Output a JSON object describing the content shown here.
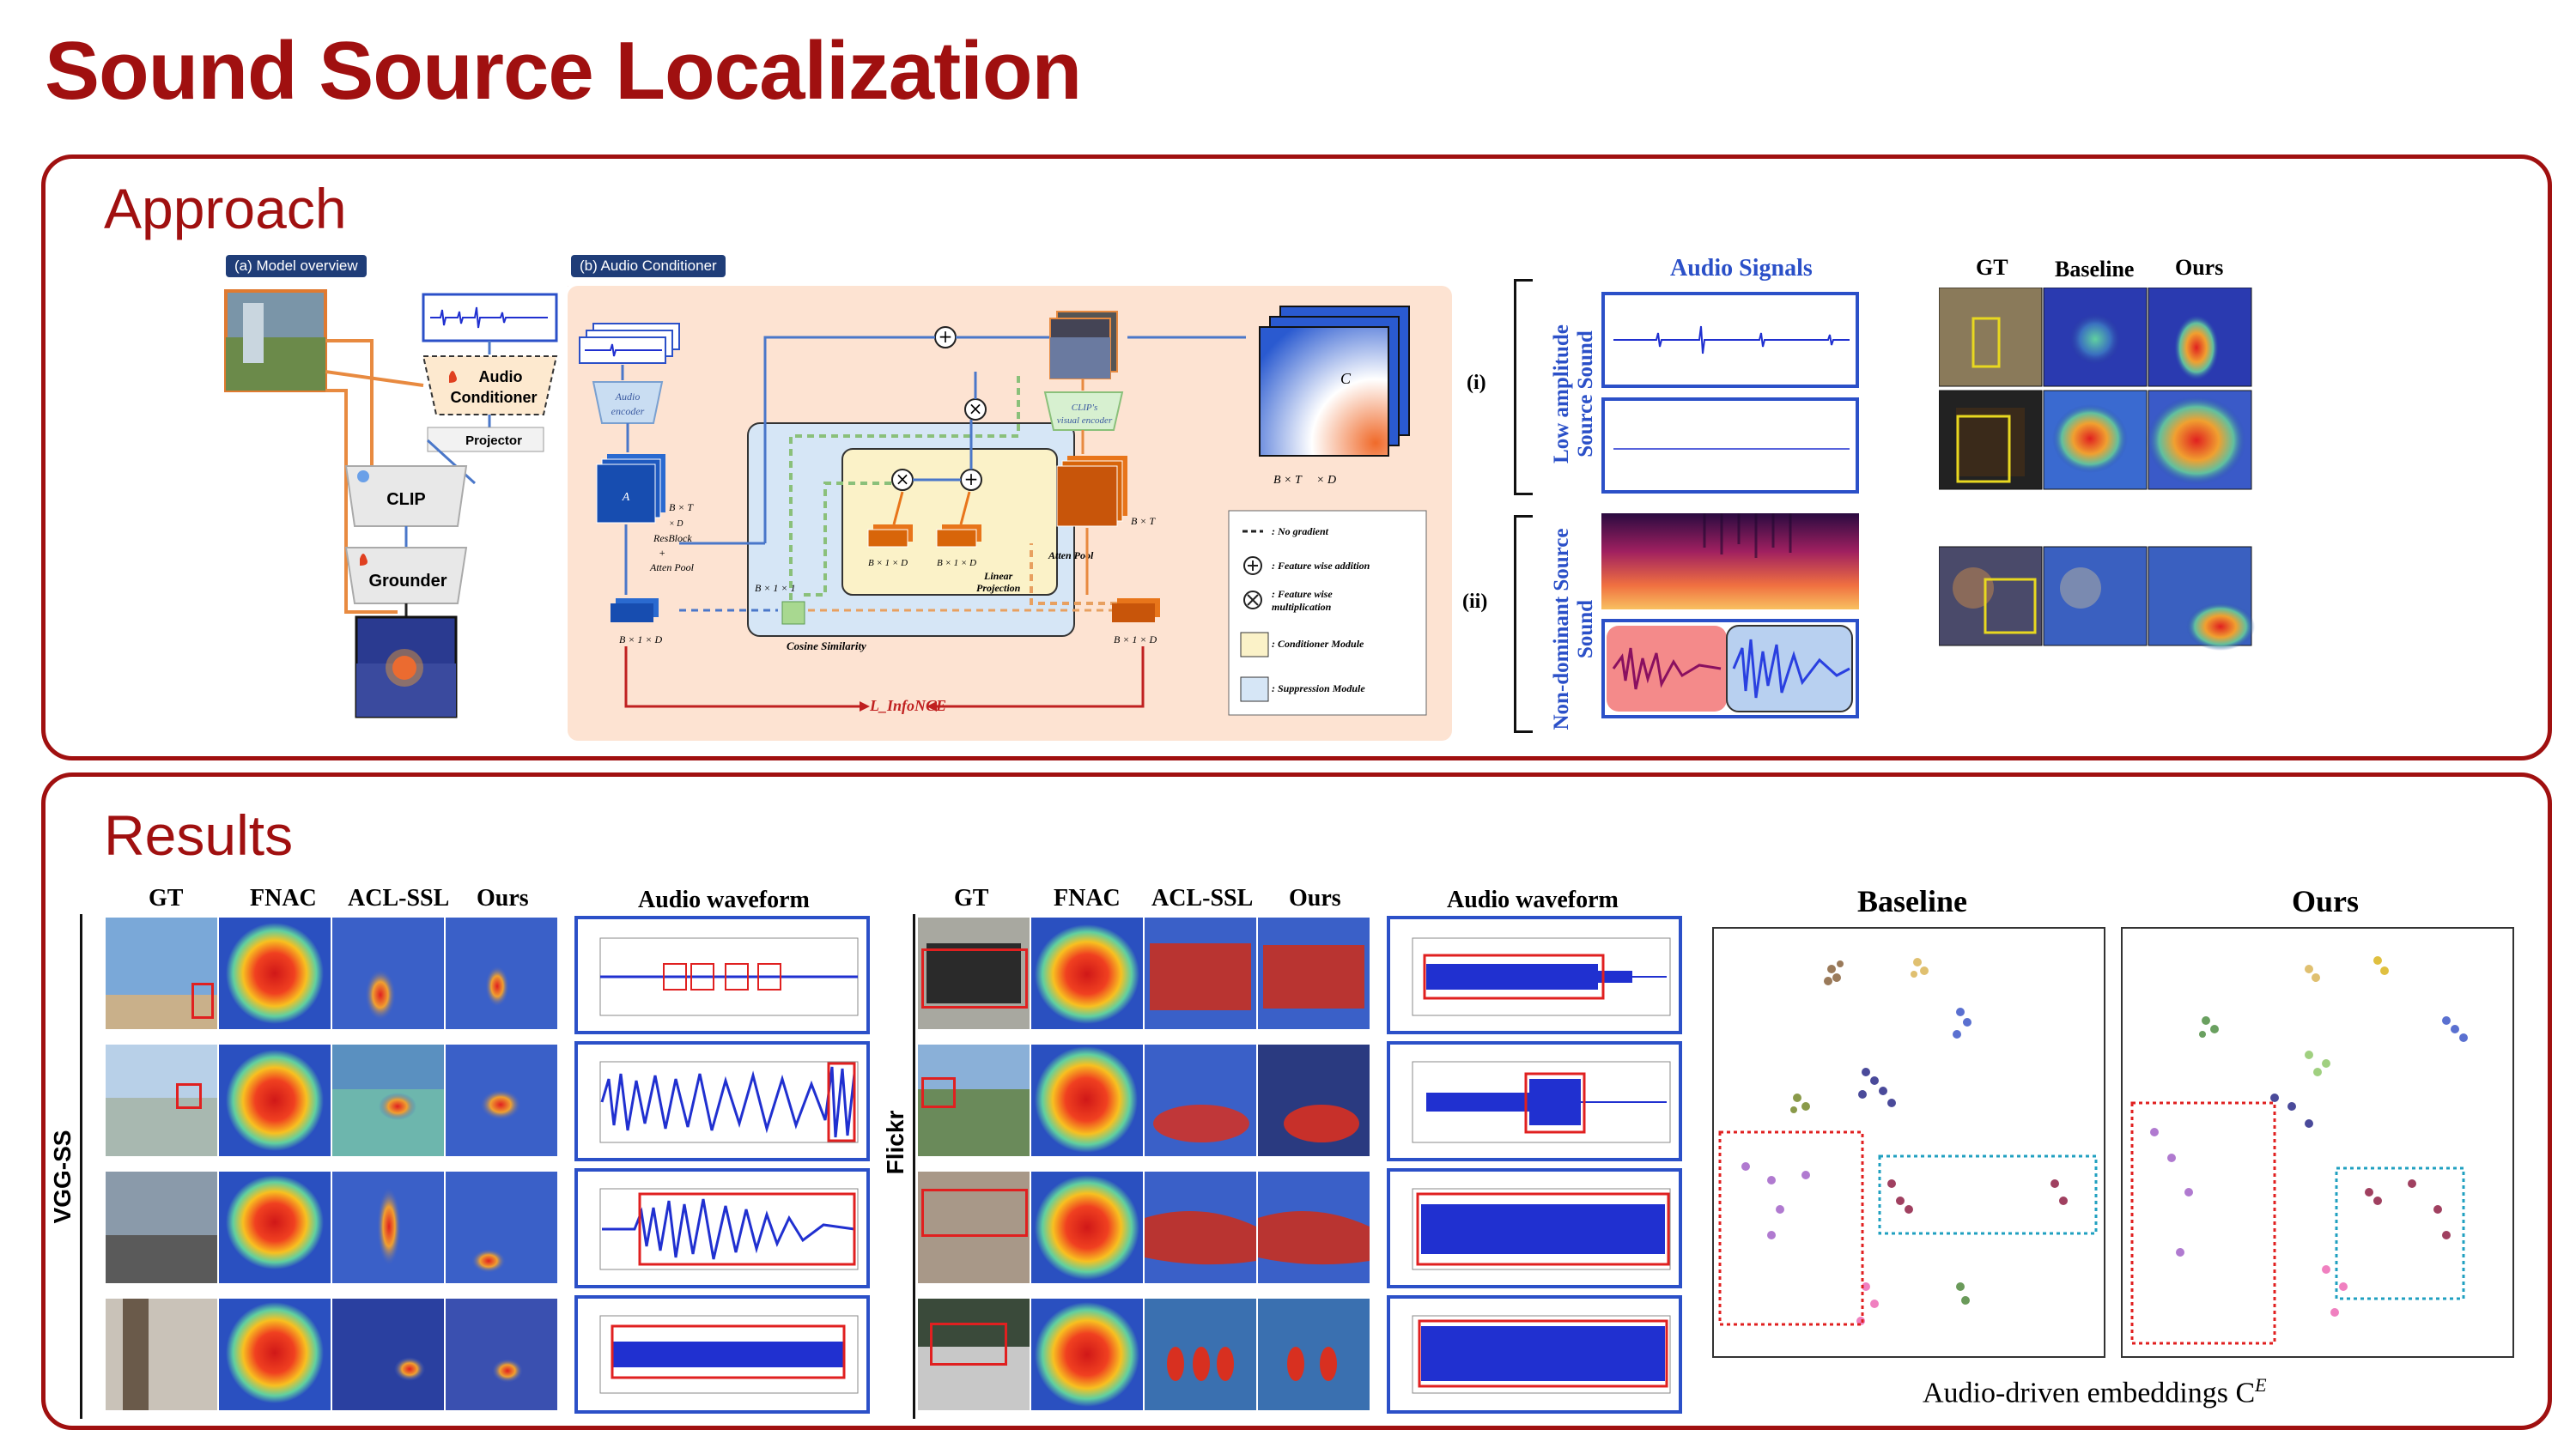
{
  "title": "Sound Source Localization",
  "approach": {
    "heading": "Approach",
    "model_overview": {
      "tag": "(a) Model overview",
      "audio_conditioner": "Audio\nConditioner",
      "projector": "Projector",
      "clip": "CLIP",
      "grounder": "Grounder"
    },
    "audio_conditioner": {
      "tag": "(b) Audio Conditioner",
      "audio_encoder": "Audio encoder",
      "clip_visual_encoder": "CLIP's visual encoder",
      "a_f": "A",
      "a_f_sup": "f",
      "shape_a": "B × T_a × D_a",
      "shape_out": "B × T_a × D_a",
      "resblock": "ResBlock + Atten Pool",
      "atten_pool": "Atten Pool",
      "shape_b11": "B × 1 × 1",
      "cosine_similarity": "Cosine Similarity",
      "linear_projection": "Linear Projection",
      "shape_b1d": "B × 1 × D_a",
      "shape_b1dv": "B × 1 × D_v",
      "shape_btd_v": "B × T_v × D_v",
      "loss": "L_InfoNCE",
      "ce": "C",
      "ce_sup": "E",
      "legend": [
        {
          "symbol": "dash",
          "label": ": No gradient"
        },
        {
          "symbol": "plus",
          "label": ": Feature wise addition"
        },
        {
          "symbol": "times",
          "label": ": Feature wise multiplication"
        },
        {
          "symbol": "yellow",
          "label": ": Conditioner Module"
        },
        {
          "symbol": "blue",
          "label": ": Suppression Module"
        }
      ]
    },
    "signals": {
      "header": "Audio Signals",
      "row_i": "(i)",
      "row_ii": "(ii)",
      "group_i": "Low amplitude Source Sound",
      "group_ii": "Non-dominant Source Sound",
      "col_gt": "GT",
      "col_baseline": "Baseline",
      "col_ours": "Ours"
    }
  },
  "results": {
    "heading": "Results",
    "left": {
      "dataset": "VGG-SS",
      "cols": [
        "GT",
        "FNAC",
        "ACL-SSL",
        "Ours"
      ],
      "wave_header": "Audio waveform"
    },
    "mid": {
      "dataset": "Flickr",
      "cols": [
        "GT",
        "FNAC",
        "ACL-SSL",
        "Ours"
      ],
      "wave_header": "Audio waveform"
    },
    "embed": {
      "baseline": "Baseline",
      "ours": "Ours",
      "caption": "Audio-driven embeddings C",
      "caption_sup": "E"
    }
  },
  "colors": {
    "accent": "#a01010",
    "wave": "#2030d0",
    "frame": "#2b50c8",
    "highlight": "#e02020"
  }
}
